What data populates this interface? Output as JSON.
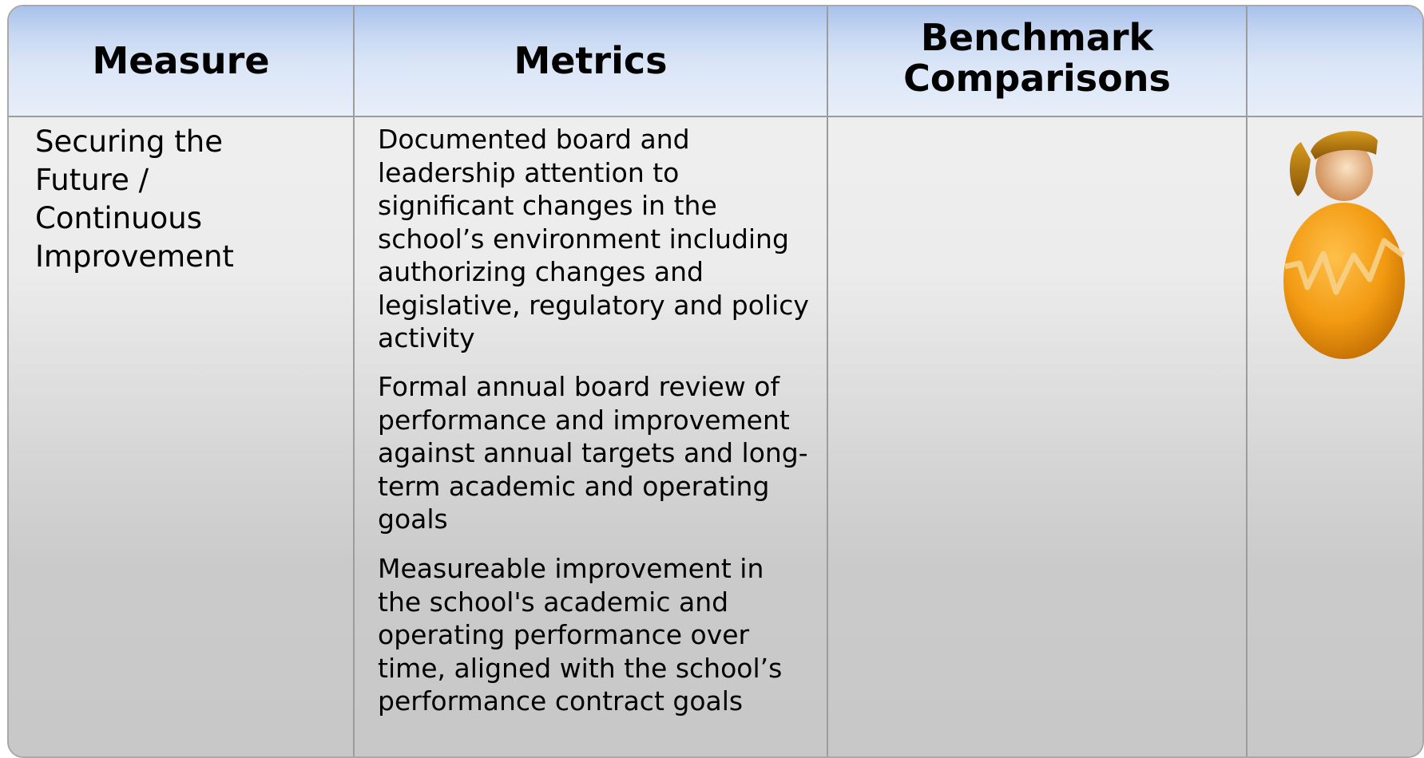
{
  "table": {
    "headers": [
      "Measure",
      "Metrics",
      "Benchmark Comparisons",
      ""
    ],
    "rows": [
      {
        "measure": "Securing the\nFuture /\nContinuous\nImprovement",
        "metrics": [
          "Documented board and leadership attention to significant changes in the school’s environment including authorizing changes and legislative, regulatory and policy activity",
          "Formal annual board review of performance and improvement against annual targets and long-term academic and operating goals",
          "Measureable improvement in the school's academic and operating performance over time, aligned with the school’s performance contract goals"
        ],
        "benchmark": "",
        "icon": "person-egg-figure-icon"
      }
    ]
  },
  "colors": {
    "header_top": "#a9c1ea",
    "header_bottom": "#e7eef9",
    "figure_body": "#f29a12",
    "figure_hair": "#b87b0a"
  }
}
